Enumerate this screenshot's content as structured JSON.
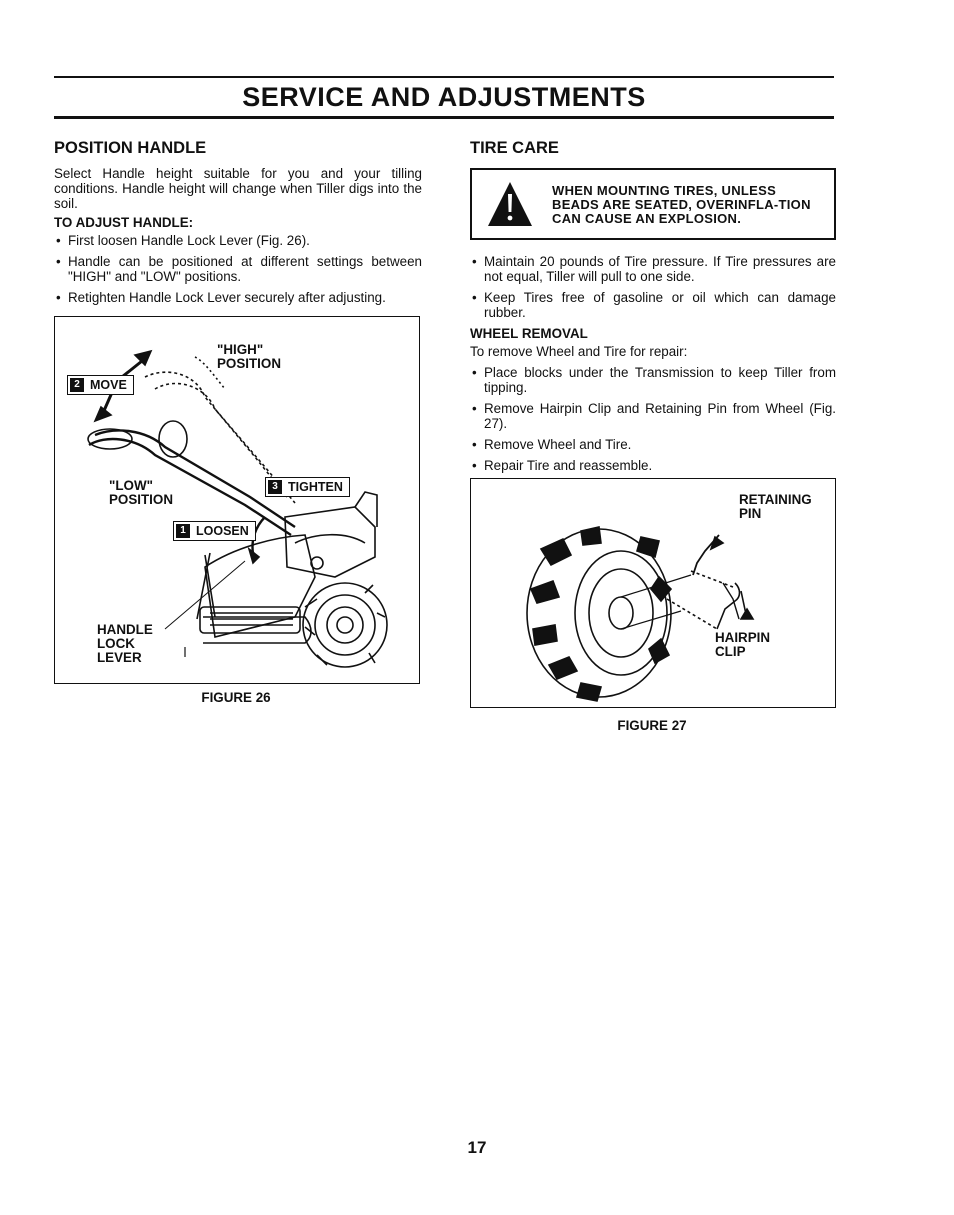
{
  "header": {
    "title": "SERVICE AND ADJUSTMENTS"
  },
  "left": {
    "heading": "POSITION HANDLE",
    "intro": "Select Handle height suitable for you and your tilling conditions. Handle height will change when Tiller digs into the soil.",
    "subheading": "TO ADJUST HANDLE:",
    "bullets": [
      "First loosen Handle Lock Lever (Fig. 26).",
      "Handle can be positioned at different settings between \"HIGH\" and \"LOW\" positions.",
      "Retighten Handle Lock Lever securely after adjusting."
    ],
    "figure": {
      "caption": "FIGURE 26",
      "label_high": "\"HIGH\"\nPOSITION",
      "label_low": "\"LOW\"\nPOSITION",
      "label_lever": "HANDLE\nLOCK\nLEVER",
      "tag_move": {
        "num": "2",
        "text": "MOVE"
      },
      "tag_tighten": {
        "num": "3",
        "text": "TIGHTEN"
      },
      "tag_loosen": {
        "num": "1",
        "text": "LOOSEN"
      }
    }
  },
  "right": {
    "heading": "TIRE CARE",
    "warning": "WHEN MOUNTING TIRES, UNLESS BEADS ARE SEATED, OVERINFLA-TION CAN CAUSE AN EXPLOSION.",
    "bullets": [
      "Maintain 20 pounds of Tire pressure. If Tire pressures are not equal, Tiller will pull to one side.",
      "Keep Tires free of gasoline or oil which can damage rubber."
    ],
    "subheading": "WHEEL REMOVAL",
    "intro": "To remove Wheel and Tire for repair:",
    "bullets2": [
      "Place blocks under the Transmission to keep Tiller from tipping.",
      "Remove Hairpin Clip and Retaining Pin from Wheel (Fig. 27).",
      "Remove Wheel and Tire.",
      "Repair Tire and reassemble."
    ],
    "figure": {
      "caption": "FIGURE 27",
      "label_pin": "RETAINING\nPIN",
      "label_clip": "HAIRPIN\nCLIP"
    }
  },
  "footer": {
    "page_number": "17"
  }
}
